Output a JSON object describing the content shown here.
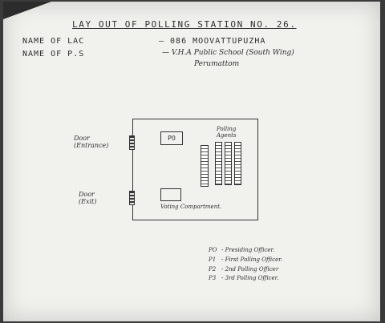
{
  "header": {
    "title": "LAY OUT OF POLLING STATION NO. 26.",
    "lac_label": "NAME OF LAC",
    "lac_value": "— 086 MOOVATTUPUZHA",
    "ps_label": "NAME OF P.S",
    "ps_value": "— V.H.A Public School (South Wing)",
    "ps_value_line2": "Perumattom"
  },
  "layout": {
    "door_entrance": "Door (Entrance)",
    "door_exit": "Door (Exit)",
    "po_box": "PO",
    "polling_agents": "Polling Agents",
    "voting_compartment": "Voting Compartment."
  },
  "legend": [
    {
      "code": "PO",
      "text": "- Presiding Officer."
    },
    {
      "code": "P1",
      "text": "- First Polling Officer."
    },
    {
      "code": "P2",
      "text": "- 2nd Polling Officer"
    },
    {
      "code": "P3",
      "text": "- 3rd Polling Officer."
    }
  ]
}
